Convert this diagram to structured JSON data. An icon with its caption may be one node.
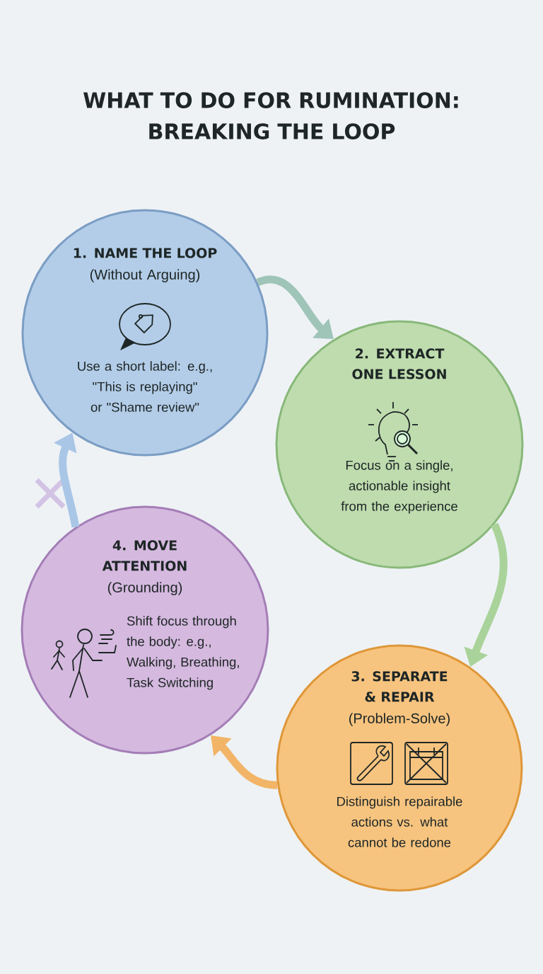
{
  "diagram": {
    "title": "WHAT TO DO FOR RUMINATION: BREAKING THE LOOP",
    "nodes": [
      {
        "text": [
          "1. NAME THE LOOP",
          "(Without Arguing)",
          "Use a short label: e.g., \"This is replaying\" or \"Shame review\""
        ]
      },
      {
        "text": [
          "2. EXTRACT ONE LESSON",
          "Focus on a single, actionable insight from the experience"
        ]
      },
      {
        "text": [
          "3. SEPARATE & REPAIR",
          "(Problem-Solve)",
          "Distinguish repairable actions vs. what cannot be redone"
        ]
      },
      {
        "text": [
          "4. MOVE ATTENTION",
          "(Grounding)",
          "Shift focus through the body: e.g., Walking, Breathing, Task Switching"
        ]
      }
    ],
    "edges": [
      {
        "from": 0,
        "to": 1,
        "arrow": "to",
        "color": "#9fc4b8"
      },
      {
        "from": 1,
        "to": 2,
        "arrow": "to",
        "color": "#a9d39a"
      },
      {
        "from": 2,
        "to": 3,
        "arrow": "to",
        "color": "#f2b466"
      },
      {
        "from": 3,
        "to": 0,
        "arrow": "to",
        "color": "#a9c6e6"
      }
    ]
  }
}
